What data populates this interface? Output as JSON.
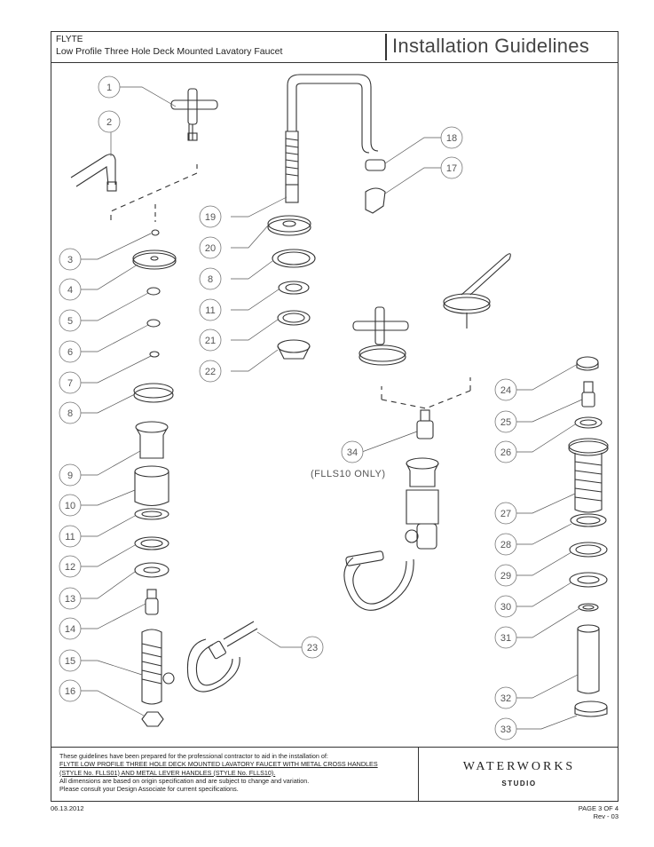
{
  "header": {
    "brand": "FLYTE",
    "subtitle": "Low Profile Three Hole Deck Mounted Lavatory Faucet",
    "section_title": "Installation Guidelines"
  },
  "diagram": {
    "note": "(FLLS10 ONLY)",
    "callouts": [
      "1",
      "2",
      "3",
      "4",
      "5",
      "6",
      "7",
      "8",
      "9",
      "10",
      "11",
      "12",
      "13",
      "14",
      "15",
      "16",
      "17",
      "18",
      "19",
      "20",
      "21",
      "22",
      "23",
      "24",
      "25",
      "26",
      "27",
      "28",
      "29",
      "30",
      "31",
      "32",
      "33",
      "34",
      "8",
      "11"
    ]
  },
  "footer": {
    "line1": "These guidelines have been prepared for the professional contractor to aid in the installation of:",
    "line2": "FLYTE LOW PROFILE THREE HOLE DECK MOUNTED LAVATORY FAUCET WITH METAL CROSS HANDLES",
    "line3": "(STYLE No. FLLS01) AND METAL LEVER HANDLES (STYLE No. FLLS10).",
    "line4": "All dimensions are based on origin specification and are subject to change and variation.",
    "line5": "Please consult your Design Associate for current specifications.",
    "logo": "WATERWORKS",
    "logo_sub": "STUDIO"
  },
  "date": "06.13.2012",
  "page": "PAGE 3 OF 4",
  "revision": "Rev - 03"
}
